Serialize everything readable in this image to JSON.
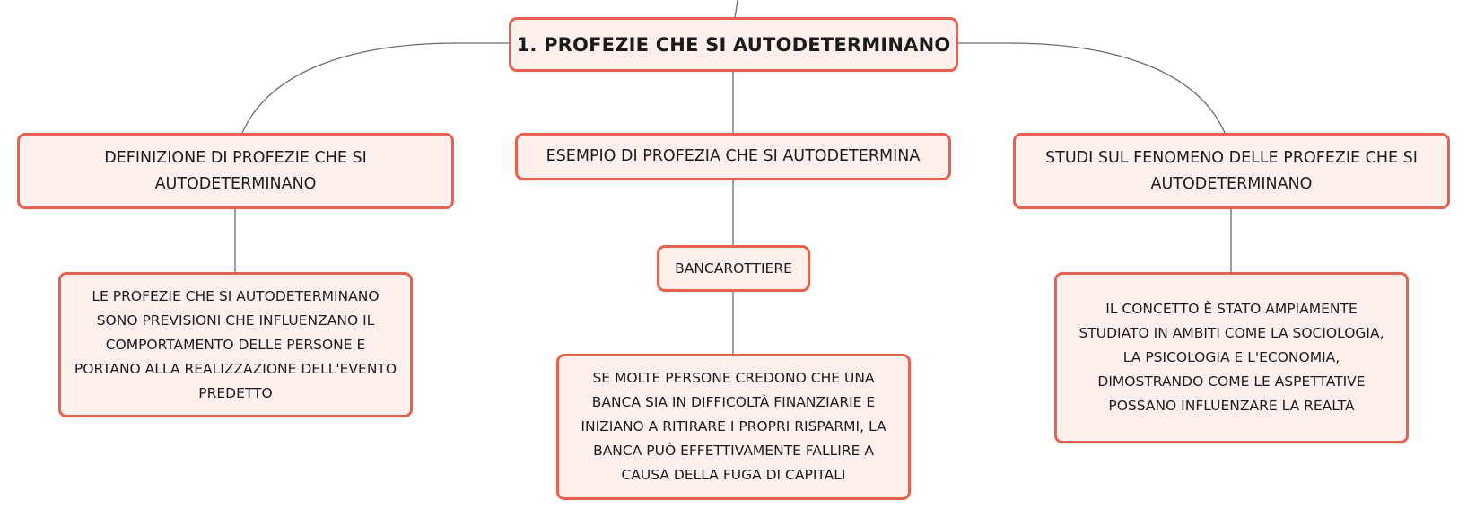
{
  "mindmap": {
    "root": "1. PROFEZIE CHE SI AUTODETERMINANO",
    "branches": [
      {
        "label": "DEFINIZIONE DI PROFEZIE CHE SI\nAUTODETERMINANO",
        "detail": "LE PROFEZIE CHE SI AUTODETERMINANO\nSONO PREVISIONI CHE INFLUENZANO IL\nCOMPORTAMENTO DELLE PERSONE E\nPORTANO ALLA REALIZZAZIONE DELL'EVENTO\nPREDETTO"
      },
      {
        "label": "ESEMPIO DI PROFEZIA CHE SI AUTODETERMINA",
        "sub": "BANCAROTTIERE",
        "detail": "SE MOLTE PERSONE CREDONO CHE UNA\nBANCA SIA IN DIFFICOLTÀ FINANZIARIE E\nINIZIANO A RITIRARE I PROPRI RISPARMI, LA\nBANCA PUÒ EFFETTIVAMENTE FALLIRE A\nCAUSA DELLA FUGA DI CAPITALI"
      },
      {
        "label": "STUDI SUL FENOMENO DELLE PROFEZIE CHE SI\nAUTODETERMINANO",
        "detail": "IL CONCETTO È STATO AMPIAMENTE\nSTUDIATO IN AMBITI COME LA SOCIOLOGIA,\nLA PSICOLOGIA E L'ECONOMIA,\nDIMOSTRANDO COME LE ASPETTATIVE\nPOSSANO INFLUENZARE LA REALTÀ"
      }
    ]
  },
  "colors": {
    "node_border": "#e4624e",
    "node_fill": "#fdf0ec",
    "connector": "#6b6b6b"
  }
}
